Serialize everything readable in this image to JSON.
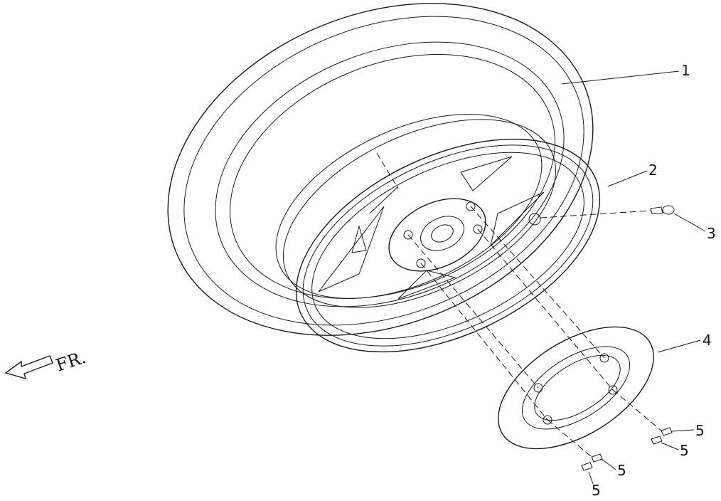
{
  "diagram": {
    "front_marker": "FR.",
    "callouts": [
      {
        "id": "tire",
        "label": "1"
      },
      {
        "id": "wheel-rim",
        "label": "2"
      },
      {
        "id": "valve",
        "label": "3"
      },
      {
        "id": "brake-disc",
        "label": "4"
      },
      {
        "id": "bolt-a",
        "label": "5"
      },
      {
        "id": "bolt-b",
        "label": "5"
      },
      {
        "id": "bolt-c",
        "label": "5"
      },
      {
        "id": "bolt-d",
        "label": "5"
      }
    ]
  }
}
